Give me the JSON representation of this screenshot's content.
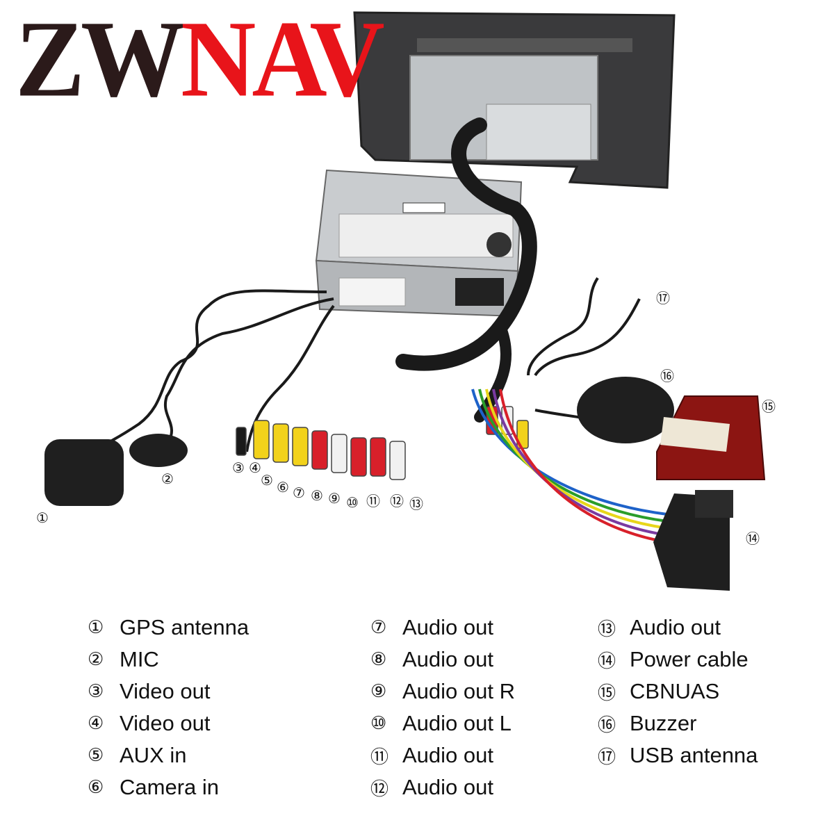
{
  "logo": {
    "part1": "ZW",
    "part2": "NAV"
  },
  "callouts": [
    "①",
    "②",
    "③",
    "④",
    "⑤",
    "⑥",
    "⑦",
    "⑧",
    "⑨",
    "⑩",
    "⑪",
    "⑫",
    "⑬",
    "⑭",
    "⑮",
    "⑯",
    "⑰"
  ],
  "legend": {
    "col1": [
      {
        "num": "①",
        "label": "GPS antenna"
      },
      {
        "num": "②",
        "label": "MIC"
      },
      {
        "num": "③",
        "label": "Video out"
      },
      {
        "num": "④",
        "label": "Video out"
      },
      {
        "num": "⑤",
        "label": "AUX in"
      },
      {
        "num": "⑥",
        "label": "Camera in"
      }
    ],
    "col2": [
      {
        "num": "⑦",
        "label": "Audio out"
      },
      {
        "num": "⑧",
        "label": "Audio out"
      },
      {
        "num": "⑨",
        "label": "Audio out R"
      },
      {
        "num": "⑩",
        "label": "Audio out L"
      },
      {
        "num": "⑪",
        "label": "Audio out"
      },
      {
        "num": "⑫",
        "label": "Audio out"
      }
    ],
    "col3": [
      {
        "num": "⑬",
        "label": "Audio out"
      },
      {
        "num": "⑭",
        "label": "Power cable"
      },
      {
        "num": "⑮",
        "label": "CBNUAS"
      },
      {
        "num": "⑯",
        "label": "Buzzer"
      },
      {
        "num": "⑰",
        "label": "USB antenna"
      }
    ]
  },
  "colors": {
    "logo_dark": "#2b1a1a",
    "logo_red": "#e8141a",
    "rca_yellow": "#f2d21b",
    "rca_red": "#d8202a",
    "rca_white": "#f1f1f1",
    "canbus_box": "#8c1512",
    "cable_black": "#1a1a1a"
  }
}
